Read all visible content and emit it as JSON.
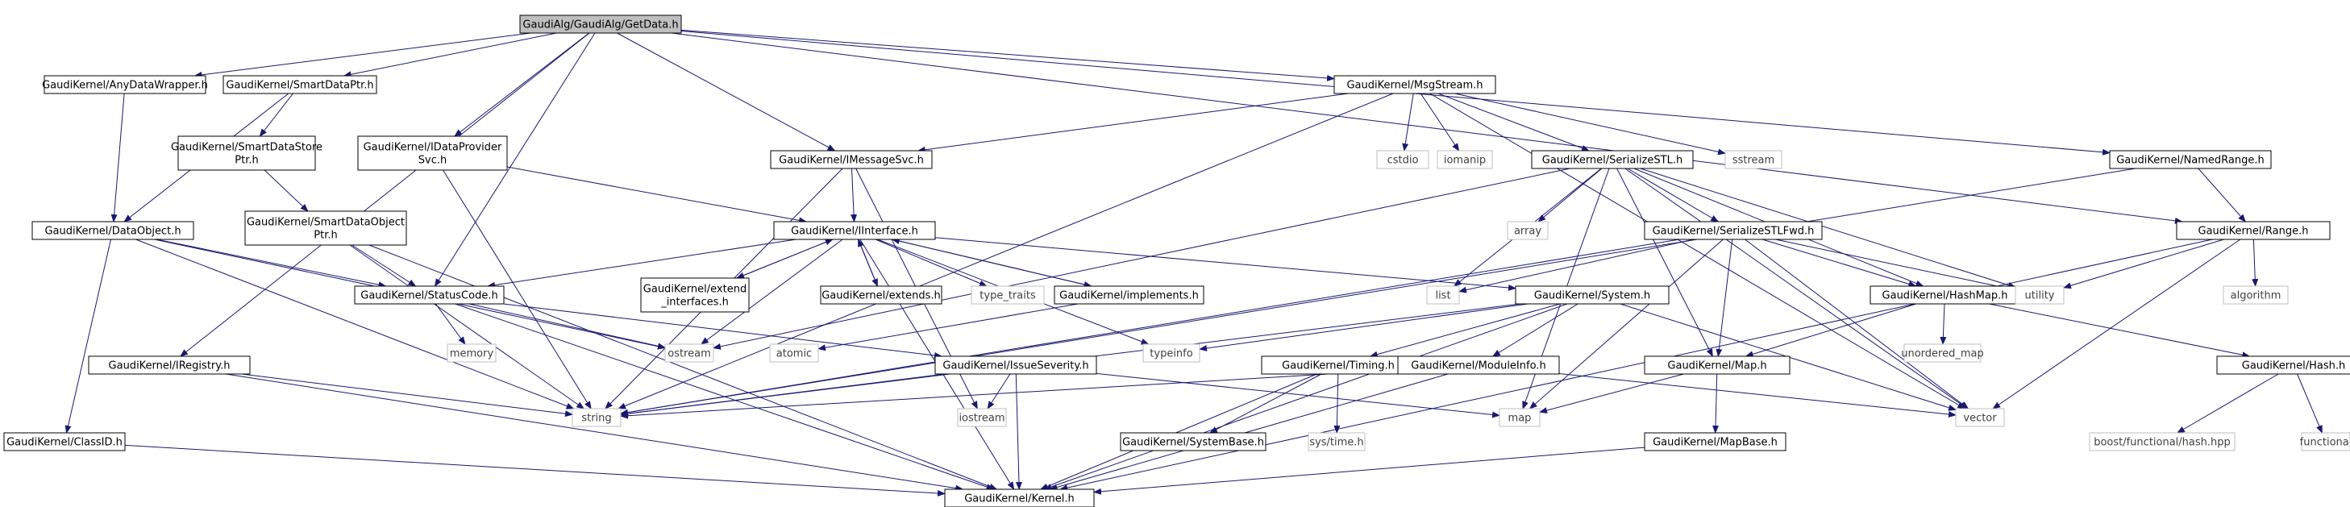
{
  "graph": {
    "colors": {
      "edge": "#191970",
      "box_border": "#000000",
      "box_fill": "#ffffff",
      "root_fill": "#bfbfbf",
      "dim_text": "#404040",
      "dim_border": "#bfbfbf",
      "text": "#000000"
    },
    "nodes": [
      {
        "id": "root",
        "label": [
          "GaudiAlg/GaudiAlg/GetData.h"
        ],
        "kind": "root"
      },
      {
        "id": "adw",
        "label": [
          "GaudiKernel/AnyDataWrapper.h"
        ],
        "kind": "box"
      },
      {
        "id": "sdp",
        "label": [
          "GaudiKernel/SmartDataPtr.h"
        ],
        "kind": "box"
      },
      {
        "id": "msg",
        "label": [
          "GaudiKernel/MsgStream.h"
        ],
        "kind": "box"
      },
      {
        "id": "sdsp",
        "label": [
          "GaudiKernel/SmartDataStore",
          "Ptr.h"
        ],
        "kind": "box"
      },
      {
        "id": "idps",
        "label": [
          "GaudiKernel/IDataProvider",
          "Svc.h"
        ],
        "kind": "box"
      },
      {
        "id": "imsg",
        "label": [
          "GaudiKernel/IMessageSvc.h"
        ],
        "kind": "box"
      },
      {
        "id": "cstdio",
        "label": [
          "cstdio"
        ],
        "kind": "sys"
      },
      {
        "id": "iomanip",
        "label": [
          "iomanip"
        ],
        "kind": "sys"
      },
      {
        "id": "sstl",
        "label": [
          "GaudiKernel/SerializeSTL.h"
        ],
        "kind": "box"
      },
      {
        "id": "sstream",
        "label": [
          "sstream"
        ],
        "kind": "sys"
      },
      {
        "id": "nrange",
        "label": [
          "GaudiKernel/NamedRange.h"
        ],
        "kind": "box"
      },
      {
        "id": "dobj",
        "label": [
          "GaudiKernel/DataObject.h"
        ],
        "kind": "box"
      },
      {
        "id": "sdop",
        "label": [
          "GaudiKernel/SmartDataObject",
          "Ptr.h"
        ],
        "kind": "box"
      },
      {
        "id": "iif",
        "label": [
          "GaudiKernel/IInterface.h"
        ],
        "kind": "box"
      },
      {
        "id": "array",
        "label": [
          "array"
        ],
        "kind": "sys"
      },
      {
        "id": "sstlf",
        "label": [
          "GaudiKernel/SerializeSTLFwd.h"
        ],
        "kind": "box"
      },
      {
        "id": "range",
        "label": [
          "GaudiKernel/Range.h"
        ],
        "kind": "box"
      },
      {
        "id": "ext",
        "label": [
          "GaudiKernel/extend",
          "_interfaces.h"
        ],
        "kind": "box"
      },
      {
        "id": "extends",
        "label": [
          "GaudiKernel/extends.h"
        ],
        "kind": "box"
      },
      {
        "id": "typetraits",
        "label": [
          "type_traits"
        ],
        "kind": "sys"
      },
      {
        "id": "impl",
        "label": [
          "GaudiKernel/implements.h"
        ],
        "kind": "box"
      },
      {
        "id": "sc",
        "label": [
          "GaudiKernel/StatusCode.h"
        ],
        "kind": "box"
      },
      {
        "id": "list",
        "label": [
          "list"
        ],
        "kind": "sys"
      },
      {
        "id": "system",
        "label": [
          "GaudiKernel/System.h"
        ],
        "kind": "box"
      },
      {
        "id": "hashmap",
        "label": [
          "GaudiKernel/HashMap.h"
        ],
        "kind": "box"
      },
      {
        "id": "utility",
        "label": [
          "utility"
        ],
        "kind": "sys"
      },
      {
        "id": "algorithm",
        "label": [
          "algorithm"
        ],
        "kind": "sys"
      },
      {
        "id": "memory",
        "label": [
          "memory"
        ],
        "kind": "sys"
      },
      {
        "id": "ostream",
        "label": [
          "ostream"
        ],
        "kind": "sys"
      },
      {
        "id": "atomic",
        "label": [
          "atomic"
        ],
        "kind": "sys"
      },
      {
        "id": "typeinfo",
        "label": [
          "typeinfo"
        ],
        "kind": "sys"
      },
      {
        "id": "unordered",
        "label": [
          "unordered_map"
        ],
        "kind": "sys"
      },
      {
        "id": "ireg",
        "label": [
          "GaudiKernel/IRegistry.h"
        ],
        "kind": "box"
      },
      {
        "id": "isev",
        "label": [
          "GaudiKernel/IssueSeverity.h"
        ],
        "kind": "box"
      },
      {
        "id": "timing",
        "label": [
          "GaudiKernel/Timing.h"
        ],
        "kind": "box"
      },
      {
        "id": "modinfo",
        "label": [
          "GaudiKernel/ModuleInfo.h"
        ],
        "kind": "box"
      },
      {
        "id": "map_h",
        "label": [
          "GaudiKernel/Map.h"
        ],
        "kind": "box"
      },
      {
        "id": "hash",
        "label": [
          "GaudiKernel/Hash.h"
        ],
        "kind": "box"
      },
      {
        "id": "string",
        "label": [
          "string"
        ],
        "kind": "sys"
      },
      {
        "id": "iostream",
        "label": [
          "iostream"
        ],
        "kind": "sys"
      },
      {
        "id": "map",
        "label": [
          "map"
        ],
        "kind": "sys"
      },
      {
        "id": "vector",
        "label": [
          "vector"
        ],
        "kind": "sys"
      },
      {
        "id": "classid",
        "label": [
          "GaudiKernel/ClassID.h"
        ],
        "kind": "box"
      },
      {
        "id": "sysbase",
        "label": [
          "GaudiKernel/SystemBase.h"
        ],
        "kind": "box"
      },
      {
        "id": "systime",
        "label": [
          "sys/time.h"
        ],
        "kind": "sys"
      },
      {
        "id": "mapbase",
        "label": [
          "GaudiKernel/MapBase.h"
        ],
        "kind": "box"
      },
      {
        "id": "boosthash",
        "label": [
          "boost/functional/hash.hpp"
        ],
        "kind": "sys"
      },
      {
        "id": "functional",
        "label": [
          "functional"
        ],
        "kind": "sys"
      },
      {
        "id": "kernel",
        "label": [
          "GaudiKernel/Kernel.h"
        ],
        "kind": "box"
      }
    ],
    "edges": [
      [
        "root",
        "adw"
      ],
      [
        "root",
        "sdp"
      ],
      [
        "root",
        "msg"
      ],
      [
        "root",
        "idps"
      ],
      [
        "root",
        "imsg"
      ],
      [
        "root",
        "sc"
      ],
      [
        "root",
        "ireg"
      ],
      [
        "root",
        "nrange"
      ],
      [
        "root",
        "range"
      ],
      [
        "adw",
        "dobj"
      ],
      [
        "sdp",
        "sdsp"
      ],
      [
        "sdp",
        "dobj"
      ],
      [
        "sdsp",
        "sdop"
      ],
      [
        "sdop",
        "sc"
      ],
      [
        "sdop",
        "string"
      ],
      [
        "sdop",
        "kernel"
      ],
      [
        "idps",
        "iif"
      ],
      [
        "idps",
        "string"
      ],
      [
        "msg",
        "imsg"
      ],
      [
        "msg",
        "cstdio"
      ],
      [
        "msg",
        "iomanip"
      ],
      [
        "msg",
        "sstl"
      ],
      [
        "msg",
        "sstream"
      ],
      [
        "msg",
        "vector"
      ],
      [
        "msg",
        "string"
      ],
      [
        "imsg",
        "iif"
      ],
      [
        "imsg",
        "string"
      ],
      [
        "imsg",
        "iostream"
      ],
      [
        "sstl",
        "array"
      ],
      [
        "sstl",
        "list"
      ],
      [
        "sstl",
        "map"
      ],
      [
        "sstl",
        "vector"
      ],
      [
        "sstl",
        "utility"
      ],
      [
        "sstl",
        "sstlf"
      ],
      [
        "sstl",
        "map_h"
      ],
      [
        "sstl",
        "hashmap"
      ],
      [
        "sstl",
        "ostream"
      ],
      [
        "nrange",
        "range"
      ],
      [
        "nrange",
        "string"
      ],
      [
        "range",
        "utility"
      ],
      [
        "range",
        "algorithm"
      ],
      [
        "range",
        "vector"
      ],
      [
        "range",
        "kernel"
      ],
      [
        "dobj",
        "sc"
      ],
      [
        "dobj",
        "classid"
      ],
      [
        "dobj",
        "ostream"
      ],
      [
        "dobj",
        "string"
      ],
      [
        "iif",
        "ext"
      ],
      [
        "iif",
        "extends"
      ],
      [
        "iif",
        "impl"
      ],
      [
        "iif",
        "sc"
      ],
      [
        "iif",
        "kernel"
      ],
      [
        "iif",
        "typetraits"
      ],
      [
        "iif",
        "ostream"
      ],
      [
        "iif",
        "typeinfo"
      ],
      [
        "iif",
        "system"
      ],
      [
        "ext",
        "iif"
      ],
      [
        "extends",
        "iif"
      ],
      [
        "impl",
        "iif"
      ],
      [
        "impl",
        "atomic"
      ],
      [
        "sstlf",
        "list"
      ],
      [
        "sstlf",
        "map"
      ],
      [
        "sstlf",
        "vector"
      ],
      [
        "sstlf",
        "utility"
      ],
      [
        "sstlf",
        "string"
      ],
      [
        "sstlf",
        "map_h"
      ],
      [
        "sstlf",
        "hashmap"
      ],
      [
        "sc",
        "ostream"
      ],
      [
        "sc",
        "memory"
      ],
      [
        "sc",
        "isev"
      ],
      [
        "sc",
        "kernel"
      ],
      [
        "system",
        "timing"
      ],
      [
        "system",
        "modinfo"
      ],
      [
        "system",
        "typeinfo"
      ],
      [
        "system",
        "string"
      ],
      [
        "system",
        "vector"
      ],
      [
        "system",
        "kernel"
      ],
      [
        "hashmap",
        "map_h"
      ],
      [
        "hashmap",
        "unordered"
      ],
      [
        "hashmap",
        "hash"
      ],
      [
        "ireg",
        "string"
      ],
      [
        "ireg",
        "kernel"
      ],
      [
        "isev",
        "string"
      ],
      [
        "isev",
        "map"
      ],
      [
        "isev",
        "iostream"
      ],
      [
        "isev",
        "kernel"
      ],
      [
        "timing",
        "sysbase"
      ],
      [
        "timing",
        "systime"
      ],
      [
        "timing",
        "kernel"
      ],
      [
        "modinfo",
        "string"
      ],
      [
        "modinfo",
        "vector"
      ],
      [
        "modinfo",
        "kernel"
      ],
      [
        "map_h",
        "map"
      ],
      [
        "map_h",
        "mapbase"
      ],
      [
        "hash",
        "boosthash"
      ],
      [
        "hash",
        "functional"
      ],
      [
        "classid",
        "kernel"
      ],
      [
        "mapbase",
        "kernel"
      ]
    ]
  }
}
